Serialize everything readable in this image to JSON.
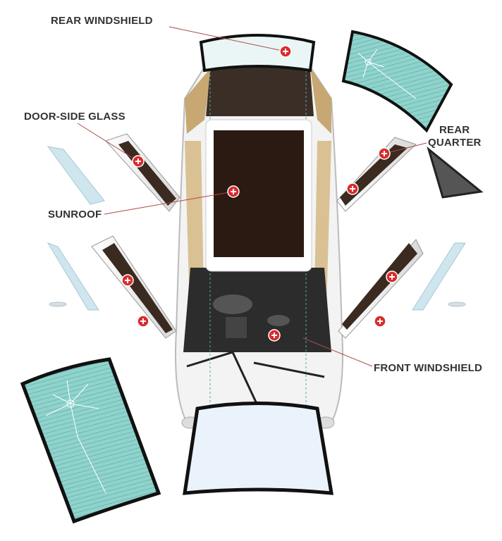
{
  "labels": {
    "rear_windshield": "REAR WINDSHIELD",
    "door_side_glass": "DOOR-SIDE GLASS",
    "rear_quarter_line1": "REAR",
    "rear_quarter_line2": "QUARTER",
    "sunroof": "SUNROOF",
    "front_windshield": "FRONT WINDSHIELD"
  },
  "colors": {
    "marker": "#d92b2b",
    "glass": "#8fd3cc",
    "glass_frame": "#1c1c1c",
    "sunroof": "#2a1a12",
    "leader_line": "#b04848",
    "car_body": "#f2f2f2"
  }
}
